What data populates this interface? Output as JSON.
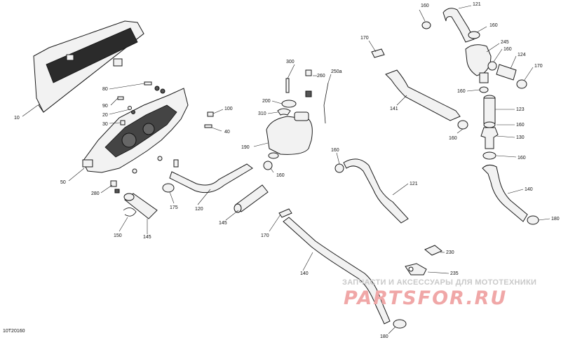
{
  "document_id": "10T20160",
  "watermark": {
    "tagline": "ЗАПЧАСТИ И АКСЕССУАРЫ ДЛЯ МОТОТЕХНИКИ",
    "logo": "PARTSFOR.RU"
  },
  "callouts": {
    "radiator": "10",
    "radiator_bracket": "50",
    "screw_80": "80",
    "washer_90": "90",
    "nut_20": "20",
    "bolt_30": "30",
    "screw_100": "100",
    "screw_40": "40",
    "screw_280": "280",
    "hose_145_left": "145",
    "clamp_150": "150",
    "bolt_300": "300",
    "bolt_260": "260",
    "hose_250a": "250a",
    "cap_200": "200",
    "clip_310": "310",
    "reservoir_190": "190",
    "clamp_160_reservoir": "160",
    "hose_120": "120",
    "clamp_175": "175",
    "hose_145_mid": "145",
    "clip_170_mid": "170",
    "hose_140_bottom": "140",
    "clamp_180_bottom": "180",
    "bracket_230": "230",
    "bracket_235": "235",
    "clip_170_top": "170",
    "hose_141": "141",
    "clamp_160_hose141": "160",
    "clamp_160_hose121": "160",
    "hose_121_mid": "121",
    "clamp_160_top_left": "160",
    "hose_121_top": "121",
    "clamp_160_top_right": "160",
    "thermostat_245": "245",
    "clamp_160_right": "160",
    "hose_124": "124",
    "clamp_170_right": "170",
    "clamp_160_mid_right": "160",
    "pipe_123": "123",
    "clamp_160_pipe": "160",
    "fitting_130": "130",
    "clamp_160_lower_right": "160",
    "hose_140_right": "140",
    "clamp_180_right": "180"
  }
}
